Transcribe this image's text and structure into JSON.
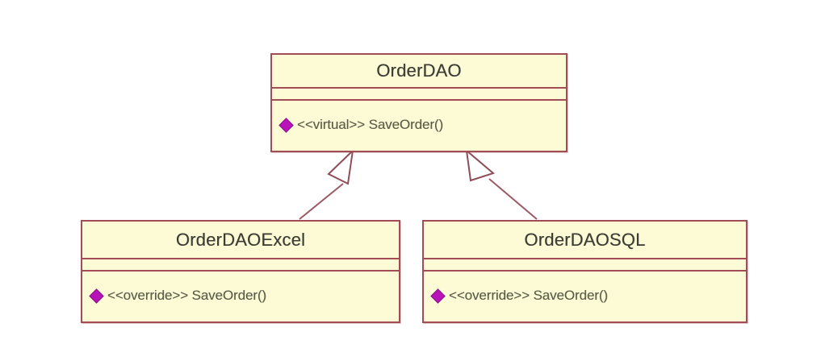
{
  "diagram": {
    "type": "uml-class-diagram",
    "background_color": "#ffffff",
    "box_fill_color": "#fcfbd6",
    "box_border_color": "#a24c56",
    "name_text_color": "#3b3b33",
    "operation_text_color": "#5a5a46",
    "marker_color": "#b813b8",
    "connector_color": "#9b5a66"
  },
  "classes": {
    "base": {
      "name": "OrderDAO",
      "attributes": [],
      "operations": [
        {
          "marker": "method-diamond-icon",
          "label": "<<virtual>> SaveOrder()"
        }
      ]
    },
    "excel": {
      "name": "OrderDAOExcel",
      "attributes": [],
      "operations": [
        {
          "marker": "method-diamond-icon",
          "label": "<<override>> SaveOrder()"
        }
      ]
    },
    "sql": {
      "name": "OrderDAOSQL",
      "attributes": [],
      "operations": [
        {
          "marker": "method-diamond-icon",
          "label": "<<override>> SaveOrder()"
        }
      ]
    }
  },
  "relationships": [
    {
      "kind": "generalization",
      "from": "OrderDAOExcel",
      "to": "OrderDAO"
    },
    {
      "kind": "generalization",
      "from": "OrderDAOSQL",
      "to": "OrderDAO"
    }
  ]
}
